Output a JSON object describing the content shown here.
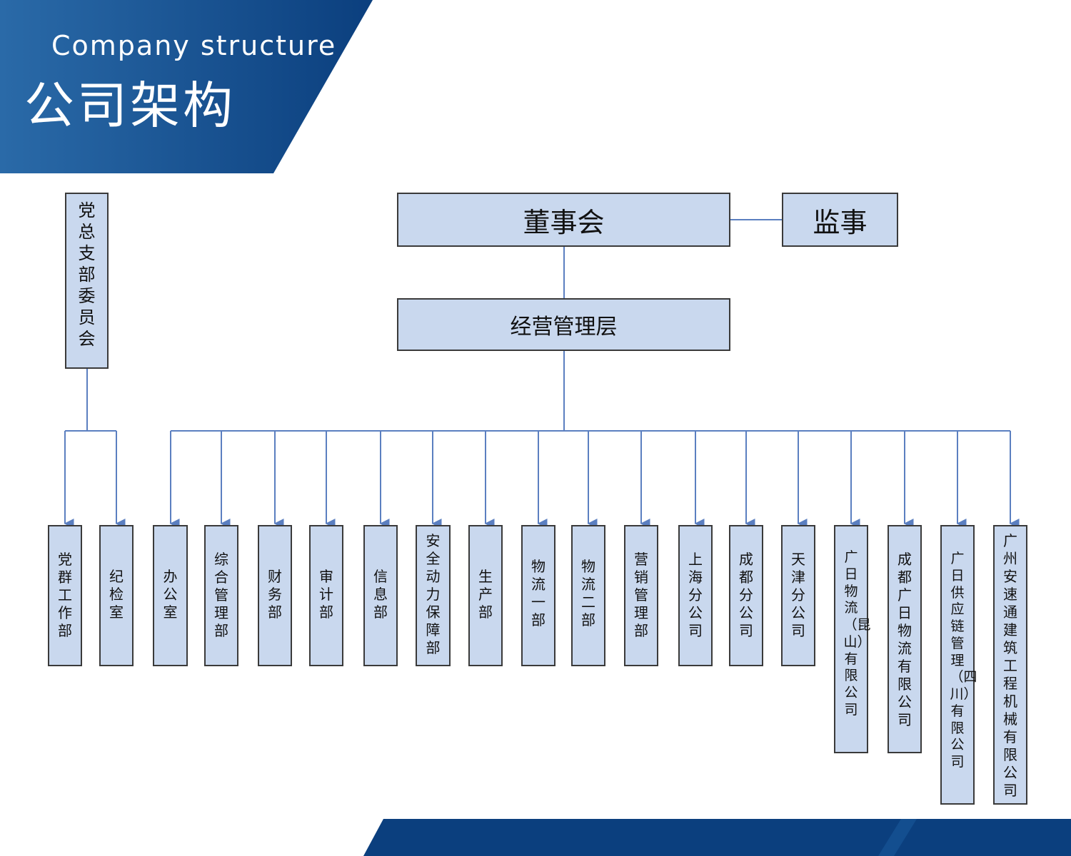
{
  "header": {
    "title_en": "Company structure",
    "title_zh": "公司架构"
  },
  "colors": {
    "banner_dark": "#0b3f7e",
    "banner_light": "#2a6aa8",
    "box_fill": "#c9d8ee",
    "box_border": "#3a3a3a",
    "connector": "#5b7fc0"
  },
  "org": {
    "party": "党总支部委员会",
    "board": "董事会",
    "supervisor": "监事",
    "management": "经营管理层",
    "party_units": [
      "党群工作部",
      "纪检室"
    ],
    "departments": [
      "办公室",
      "综合管理部",
      "财务部",
      "审计部",
      "信息部",
      "安全动力保障部",
      "生产部",
      "物流一部",
      "物流二部",
      "营销管理部",
      "上海分公司",
      "成都分公司",
      "天津分公司",
      "广日物流（昆山）有限公司",
      "成都广日物流有限公司",
      "广日供应链管理（四川）有限公司",
      "广州安速通建筑工程机械有限公司"
    ]
  }
}
